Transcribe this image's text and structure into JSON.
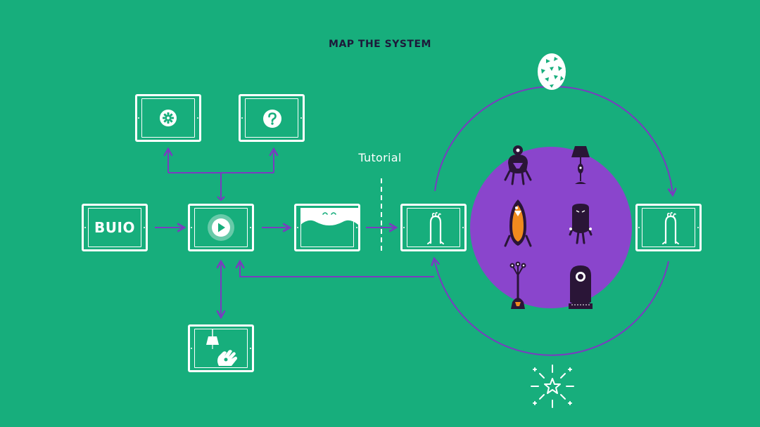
{
  "title": "MAP THE SYSTEM",
  "tutorial_label": "Tutorial",
  "start_screen_label": "BUIO",
  "colors": {
    "background": "#17ae7c",
    "arrow": "#7a3bc0",
    "circle": "#8a45cc",
    "monster_dark": "#2a1537",
    "monster_orange": "#f08a1e",
    "white": "#ffffff"
  },
  "icons": [
    "gear-icon",
    "question-icon",
    "play-icon",
    "lamp-hand-icon",
    "face-screen-icon",
    "ghost-icon",
    "egg-icon",
    "star-burst-icon",
    "monster-icons"
  ]
}
